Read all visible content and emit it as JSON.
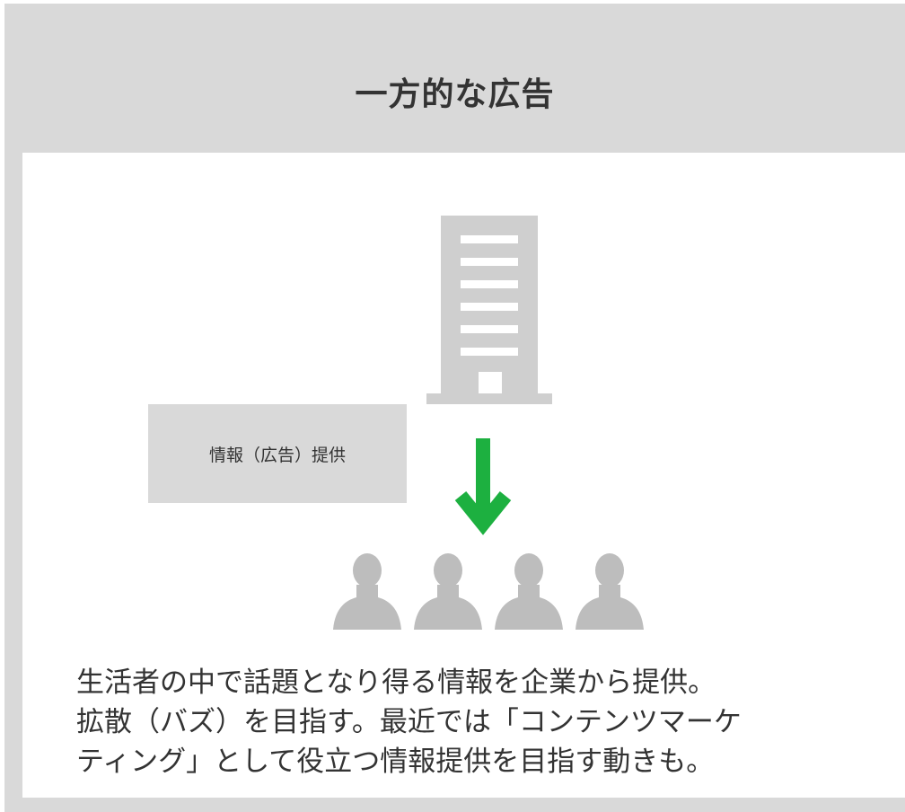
{
  "title": "一方的な広告",
  "diagram": {
    "label": "情報（広告）提供",
    "colors": {
      "card_background": "#d9d9d9",
      "panel_background": "#ffffff",
      "icon_gray": "#bdbdbd",
      "building_gray": "#cfcfcf",
      "arrow_green": "#1db040",
      "text": "#333333"
    },
    "icons": {
      "building": "office-building-icon",
      "arrow": "down-arrow-icon",
      "person": "person-icon"
    }
  },
  "description": {
    "lines": [
      "生活者の中で話題となり得る情報を企業から提供。",
      "拡散（バズ）を目指す。最近では「コンテンツマーケ",
      "ティング」として役立つ情報提供を目指す動きも。"
    ]
  }
}
